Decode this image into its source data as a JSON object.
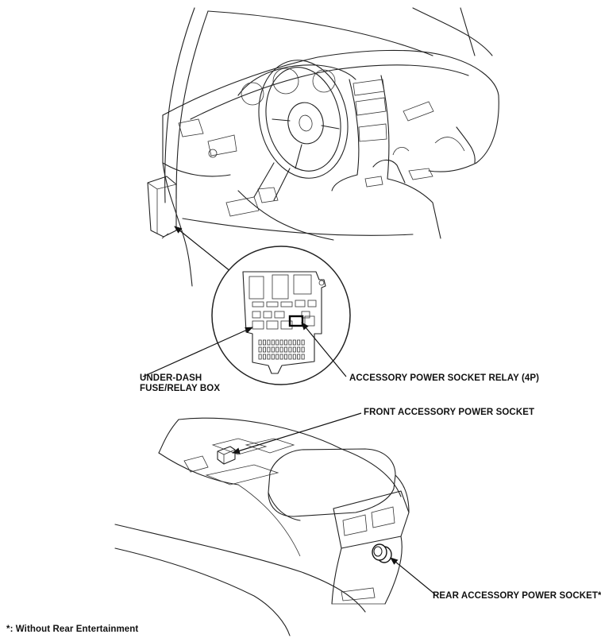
{
  "labels": {
    "fuse_box": [
      "UNDER-DASH",
      "FUSE/RELAY BOX"
    ],
    "relay": "ACCESSORY POWER SOCKET RELAY (4P)",
    "front_socket": "FRONT ACCESSORY POWER SOCKET",
    "rear_socket": "REAR ACCESSORY POWER SOCKET*",
    "footnote": "*: Without Rear Entertainment"
  }
}
